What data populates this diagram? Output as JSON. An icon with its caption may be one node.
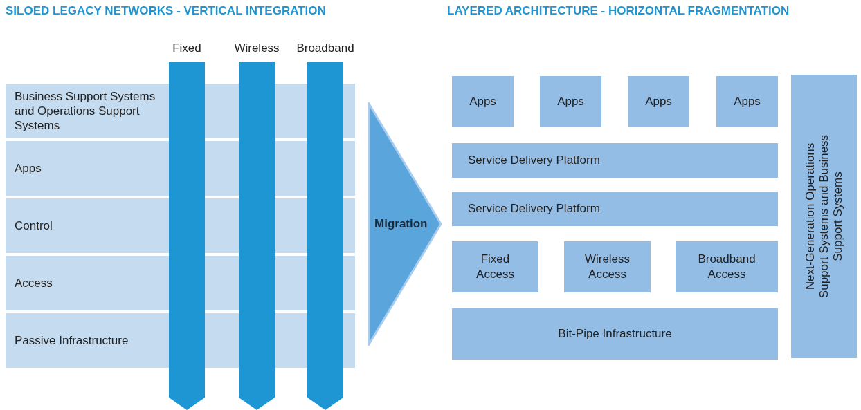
{
  "diagram": {
    "nodes": [
      {
        "text": [
          "Business Support Systems and Operations Support Systems"
        ]
      },
      {
        "text": [
          "Apps"
        ]
      },
      {
        "text": [
          "Control"
        ]
      },
      {
        "text": [
          "Access"
        ]
      },
      {
        "text": [
          "Passive Infrastructure"
        ]
      },
      {
        "text": [
          "Fixed"
        ]
      },
      {
        "text": [
          "Wireless"
        ]
      },
      {
        "text": [
          "Broadband"
        ]
      },
      {
        "text": [
          "Migration"
        ]
      },
      {
        "text": [
          "Apps"
        ]
      },
      {
        "text": [
          "Apps"
        ]
      },
      {
        "text": [
          "Apps"
        ]
      },
      {
        "text": [
          "Apps"
        ]
      },
      {
        "text": [
          "Service Delivery Platform"
        ]
      },
      {
        "text": [
          "Service Delivery Platform"
        ]
      },
      {
        "text": [
          "Fixed Access"
        ]
      },
      {
        "text": [
          "Wireless Access"
        ]
      },
      {
        "text": [
          "Broadband Access"
        ]
      },
      {
        "text": [
          "Bit-Pipe Infrastructure"
        ]
      },
      {
        "text": [
          "Next-Generation Operations Support Systems and Business Support Systems"
        ]
      }
    ],
    "labels": [
      "SILOED LEGACY NETWORKS - VERTICAL INTEGRATION",
      "LAYERED ARCHITECTURE - HORIZONTAL FRAGMENTATION"
    ]
  }
}
